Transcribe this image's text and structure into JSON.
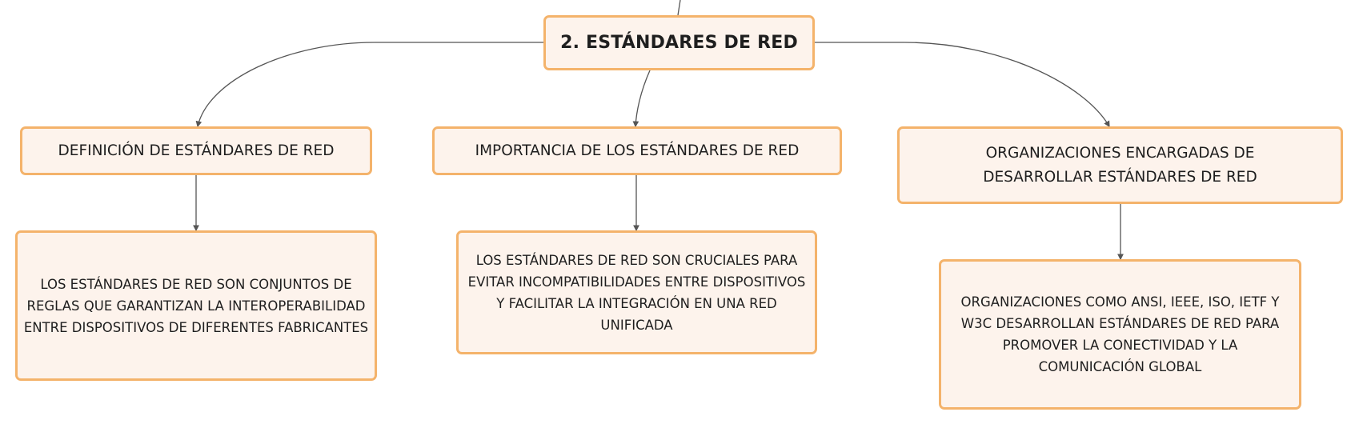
{
  "root": {
    "label": "2. ESTÁNDARES DE RED"
  },
  "branches": [
    {
      "label": "DEFINICIÓN DE ESTÁNDARES DE RED",
      "detail": "LOS ESTÁNDARES DE RED SON CONJUNTOS DE REGLAS QUE GARANTIZAN LA INTEROPERABILIDAD ENTRE DISPOSITIVOS DE DIFERENTES FABRICANTES"
    },
    {
      "label": "IMPORTANCIA DE LOS ESTÁNDARES DE RED",
      "detail": "LOS ESTÁNDARES DE RED SON CRUCIALES PARA EVITAR INCOMPATIBILIDADES ENTRE DISPOSITIVOS Y FACILITAR LA INTEGRACIÓN EN UNA RED UNIFICADA"
    },
    {
      "label": "ORGANIZACIONES ENCARGADAS DE DESARROLLAR ESTÁNDARES DE RED",
      "detail": "ORGANIZACIONES COMO ANSI, IEEE, ISO, IETF Y W3C DESARROLLAN ESTÁNDARES DE RED PARA PROMOVER LA CONECTIVIDAD Y LA COMUNICACIÓN GLOBAL"
    }
  ],
  "colors": {
    "node_fill": "#fdf3ec",
    "node_border": "#f4b36b",
    "connector": "#555555"
  }
}
